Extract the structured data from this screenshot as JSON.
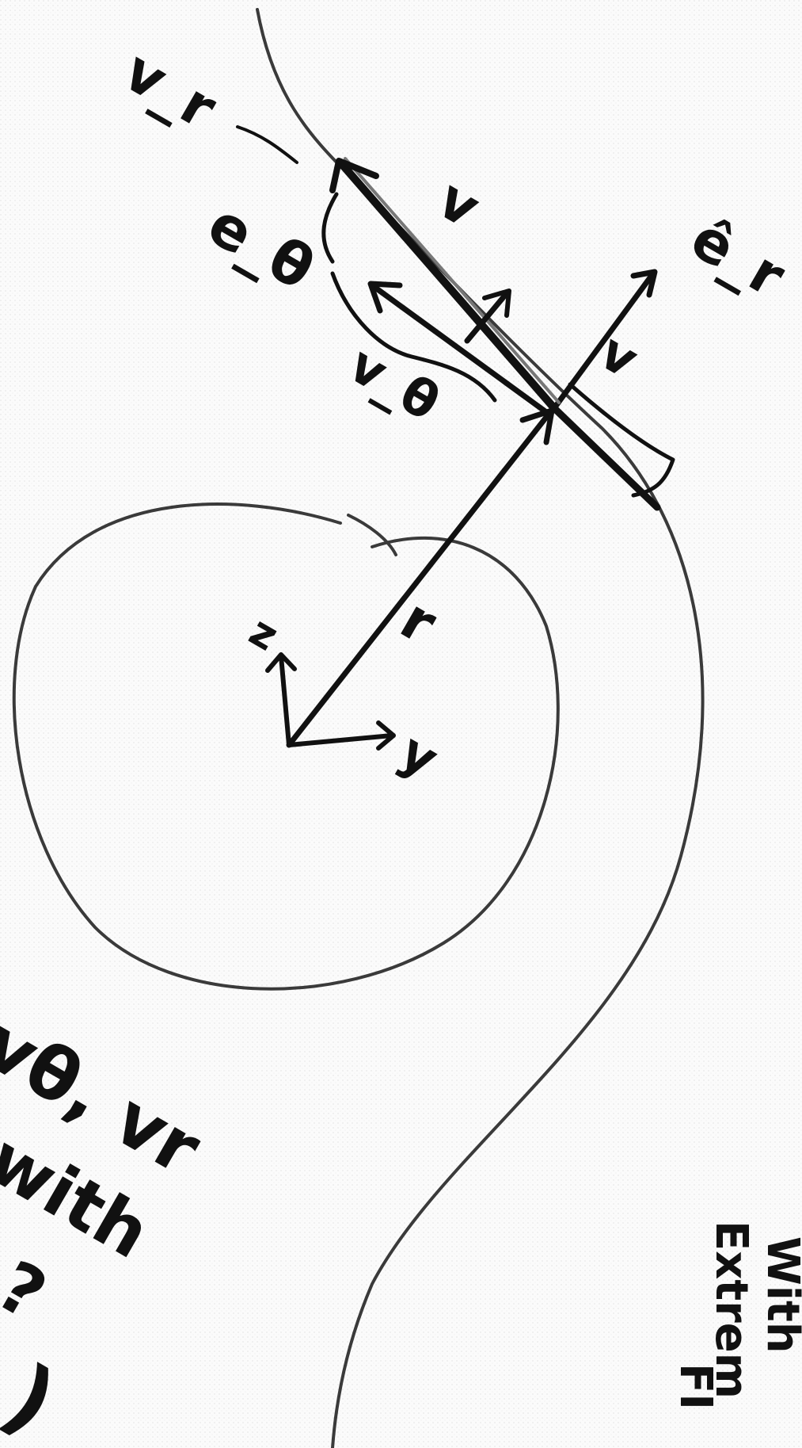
{
  "labels": {
    "v_r": "v_r",
    "v": "v",
    "e_r_hat": "ê_r",
    "e_theta": "e_θ",
    "v_theta": "v_θ",
    "v_bottom": "v",
    "z_axis": "z",
    "y_axis": "y",
    "r": "r"
  },
  "margin_notes": {
    "line1": "vθ, vr",
    "line2": "with",
    "line3": "?",
    "line4": ")"
  },
  "side_note": {
    "line1": "Extrem",
    "line2": "With",
    "line3": "FI"
  }
}
